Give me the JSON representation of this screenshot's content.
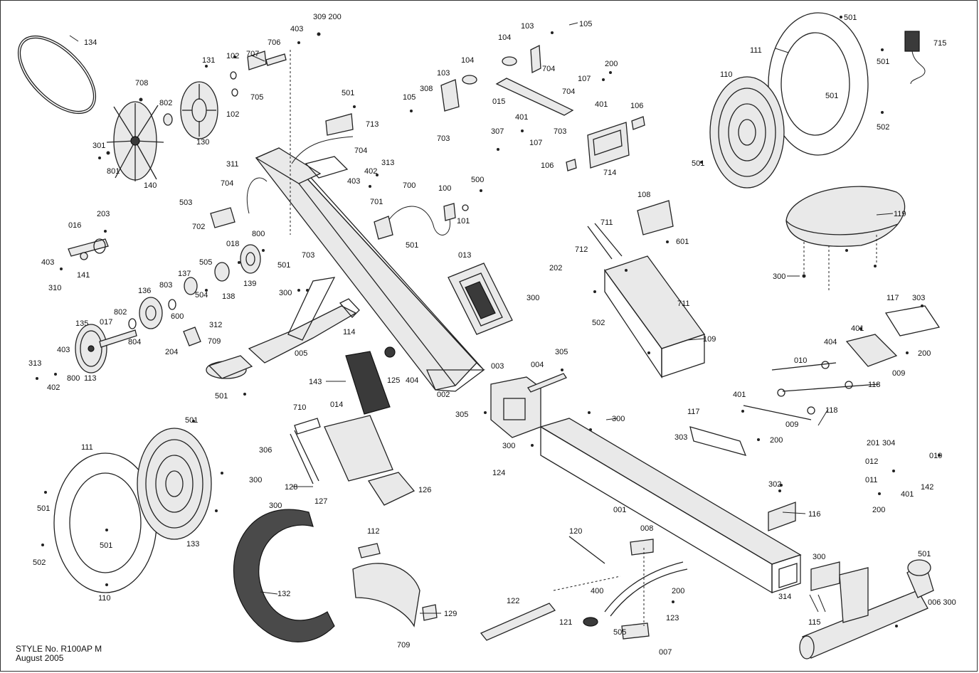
{
  "caption": {
    "style_line": "STYLE No. R100AP M",
    "date_line": "August 2005"
  },
  "callouts": [
    "134",
    "708",
    "802",
    "301",
    "801",
    "140",
    "131",
    "102",
    "707",
    "706",
    "403",
    "309 200",
    "705",
    "130",
    "102",
    "016",
    "203",
    "403",
    "141",
    "310",
    "311",
    "704",
    "503",
    "702",
    "501",
    "713",
    "704",
    "402",
    "313",
    "403",
    "701",
    "700",
    "100",
    "500",
    "101",
    "501",
    "800",
    "703",
    "018",
    "139",
    "501",
    "505",
    "137",
    "138",
    "504",
    "803",
    "600",
    "136",
    "802",
    "017",
    "804",
    "312",
    "709",
    "204",
    "135",
    "403",
    "313",
    "402",
    "800",
    "113",
    "300",
    "114",
    "005",
    "501",
    "143",
    "125",
    "404",
    "002",
    "013",
    "300",
    "104",
    "103",
    "105",
    "104",
    "704",
    "105",
    "308",
    "103",
    "703",
    "015",
    "307",
    "401",
    "107",
    "703",
    "704",
    "107",
    "200",
    "401",
    "106",
    "106",
    "714",
    "108",
    "711",
    "601",
    "712",
    "202",
    "711",
    "502",
    "109",
    "501",
    "111",
    "110",
    "715",
    "501",
    "501",
    "502",
    "501",
    "119",
    "300",
    "117",
    "303",
    "401",
    "404",
    "200",
    "009",
    "010",
    "118",
    "401",
    "118",
    "009",
    "303",
    "117",
    "200",
    "201",
    "304",
    "012",
    "019",
    "011",
    "142",
    "200",
    "401",
    "003",
    "004",
    "305",
    "305",
    "300",
    "300",
    "124",
    "001",
    "302",
    "116",
    "710",
    "014",
    "306",
    "300",
    "128",
    "127",
    "300",
    "126",
    "111",
    "501",
    "501",
    "501",
    "502",
    "110",
    "133",
    "112",
    "132",
    "129",
    "709",
    "120",
    "008",
    "400",
    "200",
    "123",
    "122",
    "121",
    "505",
    "007",
    "300",
    "314",
    "115",
    "501",
    "006 300"
  ]
}
